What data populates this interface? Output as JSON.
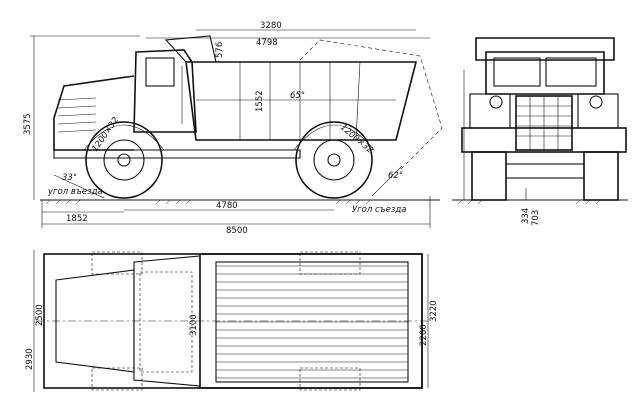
{
  "side_view": {
    "dim_body_length_top": "3280",
    "dim_overall_top": "4798",
    "dim_576": "576",
    "dim_1552": "1552",
    "dim_height": "3575",
    "dim_front_overhang": "1852",
    "dim_wheelbase": "4780",
    "dim_overall_length": "8500",
    "angle_dump": "65°",
    "angle_approach": "33°",
    "angle_departure": "62°",
    "tire_front": "1200×32",
    "tire_rear": "1200×32",
    "label_approach": "угол въезда",
    "label_departure": "Угол съезда"
  },
  "front_view": {
    "dim_clearance": "334",
    "dim_703": "703"
  },
  "top_view": {
    "dim_2930": "2930",
    "dim_2500": "2500",
    "dim_3100": "3100",
    "dim_2200": "2200",
    "dim_3220": "3220"
  }
}
